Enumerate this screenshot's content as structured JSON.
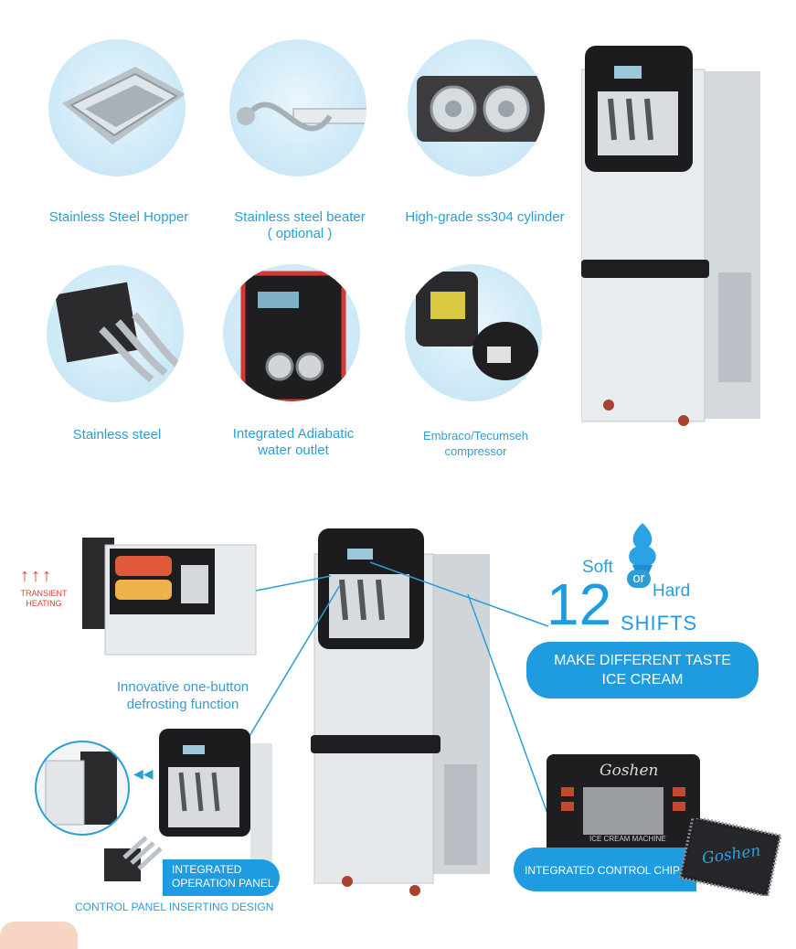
{
  "features_top": [
    {
      "label": "Stainless Steel Hopper"
    },
    {
      "label": "Stainless steel beater",
      "sub": "( optional )"
    },
    {
      "label": "High-grade ss304 cylinder"
    },
    {
      "label": "Stainless steel"
    },
    {
      "label": "Integrated Adiabatic",
      "sub": "water outlet"
    },
    {
      "label": "Embraco/Tecumseh",
      "sub": "compressor"
    }
  ],
  "bottom": {
    "heating_label_1": "TRANSIENT",
    "heating_label_2": "HEATING",
    "defrost_1": "Innovative one-button",
    "defrost_2": "defrosting function",
    "soft": "Soft",
    "or": "or",
    "hard": "Hard",
    "shifts_number": "12",
    "shifts": "SHIFTS",
    "pill_line1": "MAKE DIFFERENT TASTE",
    "pill_line2": "ICE CREAM",
    "panel_brand": "Goshen",
    "panel_title": "ICE CREAM MACHINE",
    "chip_label": "INTEGRATED CONTROL CHIP",
    "chip_brand": "Goshen",
    "op_panel_1": "INTEGRATED",
    "op_panel_2": "OPERATION PANEL",
    "insert_design": "CONTROL PANEL INSERTING DESIGN"
  },
  "colors": {
    "accent": "#1f9be0",
    "caption": "#2a9fd6",
    "heating": "#e23b2e"
  }
}
